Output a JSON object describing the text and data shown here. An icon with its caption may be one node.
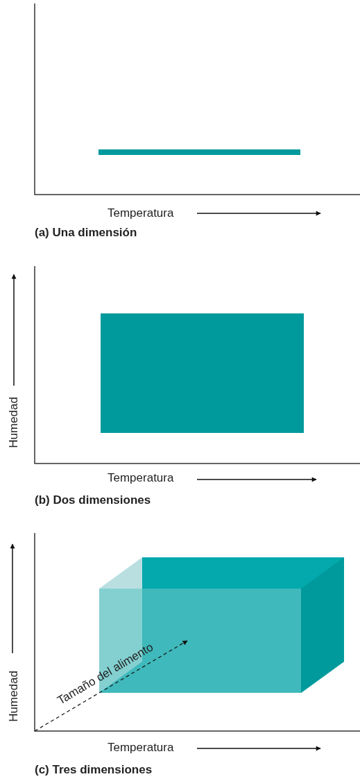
{
  "diagram": {
    "labels": [
      "Temperatura",
      "(a) Una dimensión",
      "Humedad",
      "Temperatura",
      "(b) Dos dimensiones",
      "Humedad",
      "Tamaño del alimento",
      "Temperatura",
      "(c) Tres dimensiones"
    ]
  }
}
